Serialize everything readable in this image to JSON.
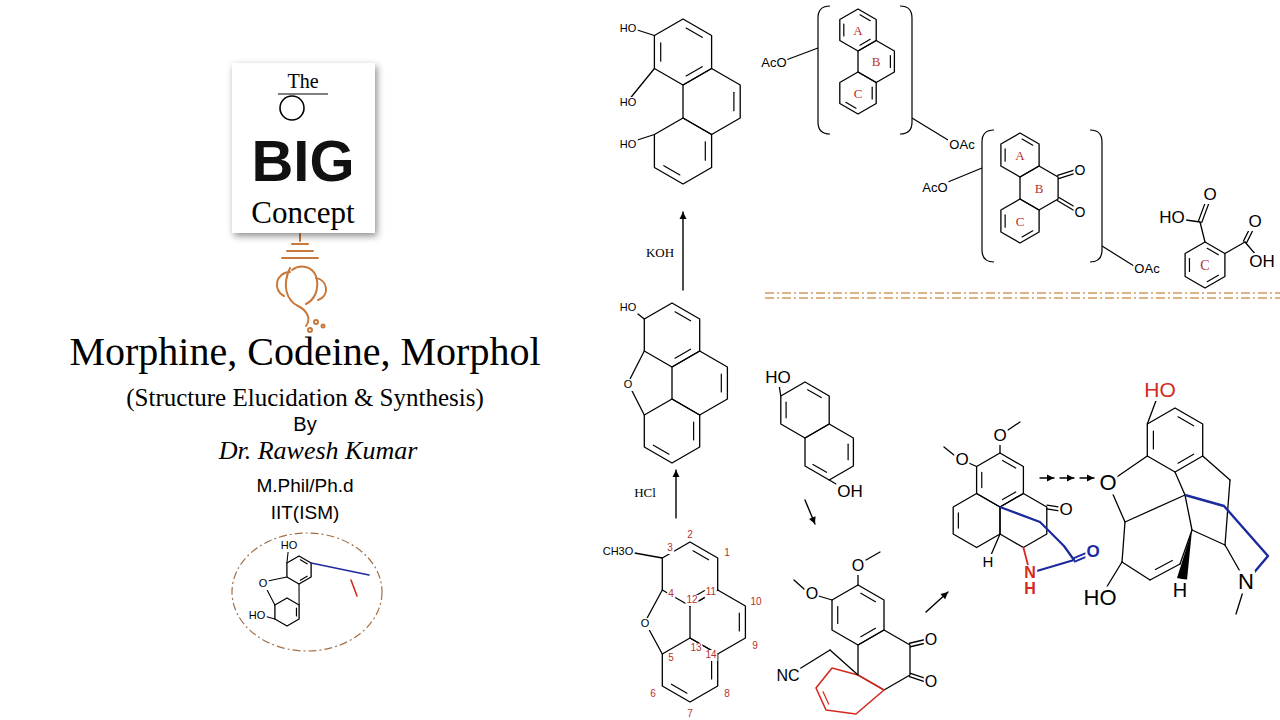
{
  "diagram": {
    "title": "Morphine, Codeine, Morphol",
    "nodes": [
      {
        "text": [
          "The",
          "BIG",
          "Concept"
        ]
      },
      {
        "text": [
          "HO",
          "O",
          "HO"
        ]
      }
    ],
    "labels": [
      "(Structure Elucidation & Synthesis)",
      "By",
      "Dr. Rawesh Kumar",
      "M.Phil/Ph.d",
      "IIT(ISM)",
      "HO",
      "HO",
      "HO",
      "KOH",
      "AcO",
      "A",
      "B",
      "C",
      "OAc",
      "AcO",
      "A",
      "O",
      "B",
      "O",
      "C",
      "OAc",
      "HO",
      "O",
      "O",
      "C",
      "OH",
      "HO",
      "O",
      "HCl",
      "CH3O",
      "2",
      "1",
      "3",
      "12",
      "11",
      "10",
      "4",
      "13",
      "14",
      "9",
      "5",
      "8",
      "6",
      "7",
      "O",
      "HO",
      "OH",
      "O",
      "O",
      "NC",
      "O",
      "O",
      "O",
      "O",
      "O",
      "H",
      "N",
      "H",
      "O",
      "HO",
      "O",
      "HO",
      "H",
      "N"
    ]
  }
}
